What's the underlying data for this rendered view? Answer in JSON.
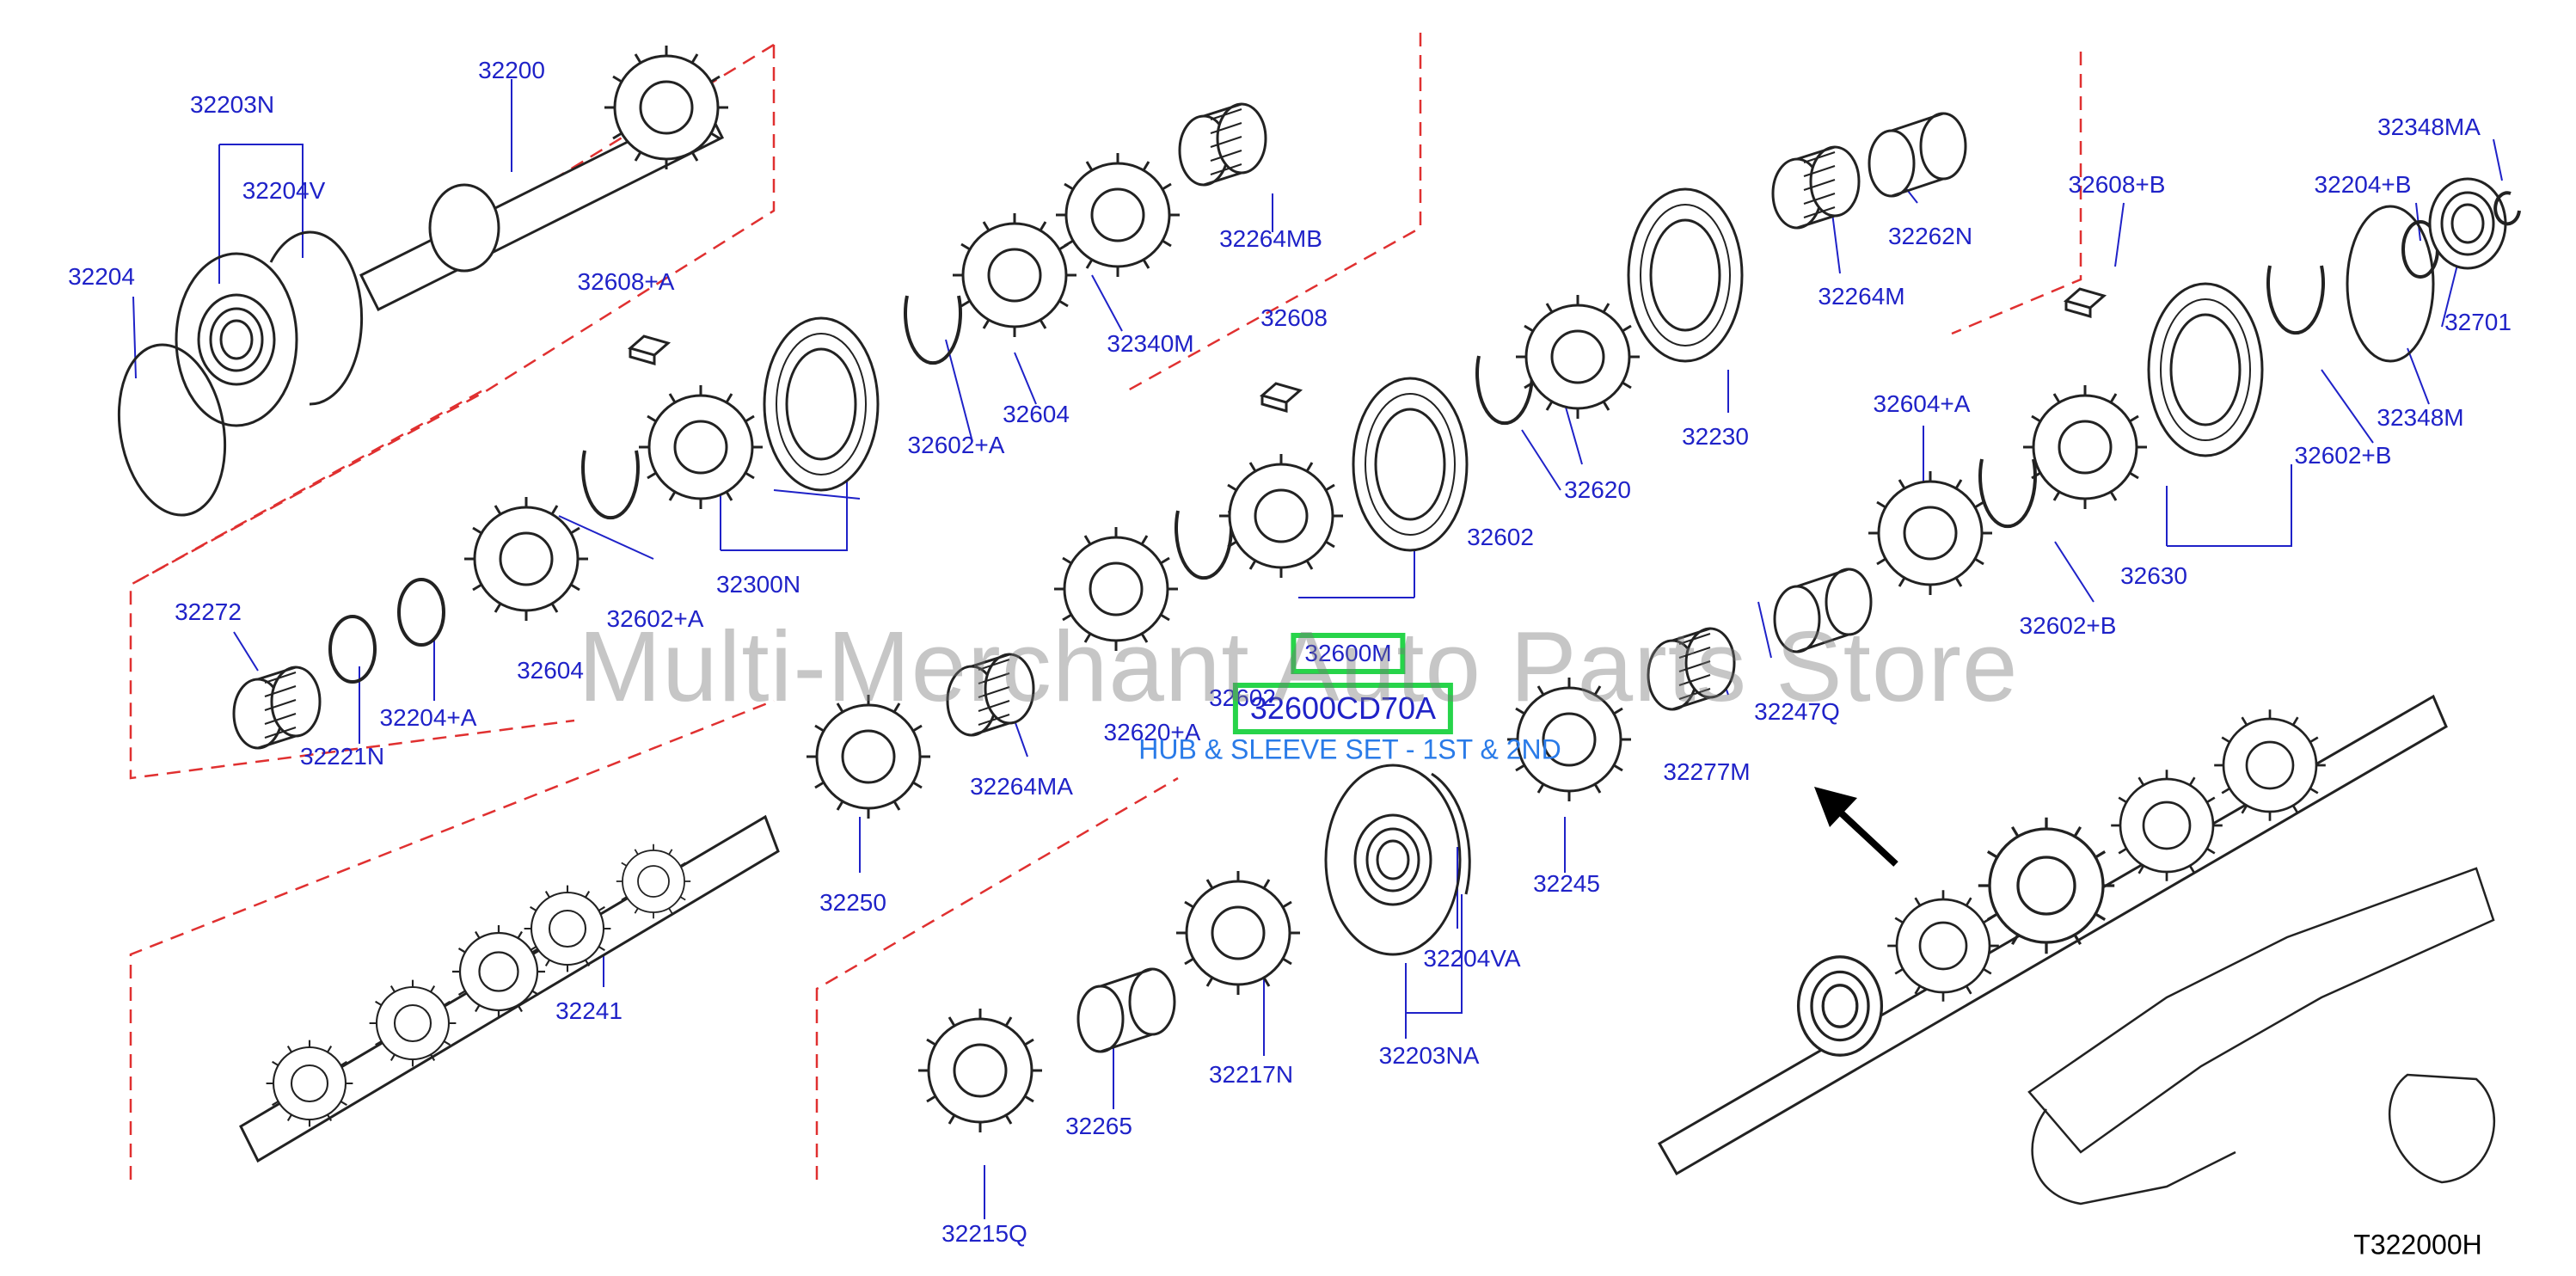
{
  "diagram": {
    "drawing_code": "T322000H",
    "watermark": "Multi-Merchant Auto Parts Store",
    "highlighted_part": "32600CD70A",
    "highlighted_caption": "HUB & SLEEVE SET - 1ST & 2ND",
    "colors": {
      "label": "#1f22c8",
      "highlight_box": "#27d44a",
      "caption": "#2a7be8",
      "dashed_boundary": "#e03030",
      "line_art": "#222222"
    },
    "part_labels": [
      {
        "id": "32200",
        "text": "32200"
      },
      {
        "id": "32203N",
        "text": "32203N"
      },
      {
        "id": "32204V",
        "text": "32204V"
      },
      {
        "id": "32204",
        "text": "32204"
      },
      {
        "id": "32608A-1",
        "text": "32608+A"
      },
      {
        "id": "32272",
        "text": "32272"
      },
      {
        "id": "32221N",
        "text": "32221N"
      },
      {
        "id": "32204A",
        "text": "32204+A"
      },
      {
        "id": "32604-1",
        "text": "32604"
      },
      {
        "id": "32602A-1",
        "text": "32602+A"
      },
      {
        "id": "32300N",
        "text": "32300N"
      },
      {
        "id": "32602A-2",
        "text": "32602+A"
      },
      {
        "id": "32604-2",
        "text": "32604"
      },
      {
        "id": "32340M",
        "text": "32340M"
      },
      {
        "id": "32264MB",
        "text": "32264MB"
      },
      {
        "id": "32608",
        "text": "32608"
      },
      {
        "id": "32602-1",
        "text": "32602"
      },
      {
        "id": "32602-2",
        "text": "32602"
      },
      {
        "id": "32600M",
        "text": "32600M"
      },
      {
        "id": "32620A",
        "text": "32620+A"
      },
      {
        "id": "32620",
        "text": "32620"
      },
      {
        "id": "32230",
        "text": "32230"
      },
      {
        "id": "32264M",
        "text": "32264M"
      },
      {
        "id": "32262N",
        "text": "32262N"
      },
      {
        "id": "32608B",
        "text": "32608+B"
      },
      {
        "id": "32604A",
        "text": "32604+A"
      },
      {
        "id": "32630",
        "text": "32630"
      },
      {
        "id": "32602B-1",
        "text": "32602+B"
      },
      {
        "id": "32602B-2",
        "text": "32602+B"
      },
      {
        "id": "32348M",
        "text": "32348M"
      },
      {
        "id": "32204B",
        "text": "32204+B"
      },
      {
        "id": "32348MA",
        "text": "32348MA"
      },
      {
        "id": "32701",
        "text": "32701"
      },
      {
        "id": "32247Q",
        "text": "32247Q"
      },
      {
        "id": "32277M",
        "text": "32277M"
      },
      {
        "id": "32245",
        "text": "32245"
      },
      {
        "id": "32264MA",
        "text": "32264MA"
      },
      {
        "id": "32250",
        "text": "32250"
      },
      {
        "id": "32241",
        "text": "32241"
      },
      {
        "id": "32204VA",
        "text": "32204VA"
      },
      {
        "id": "32203NA",
        "text": "32203NA"
      },
      {
        "id": "32217N",
        "text": "32217N"
      },
      {
        "id": "32265",
        "text": "32265"
      },
      {
        "id": "32215Q",
        "text": "32215Q"
      }
    ]
  }
}
